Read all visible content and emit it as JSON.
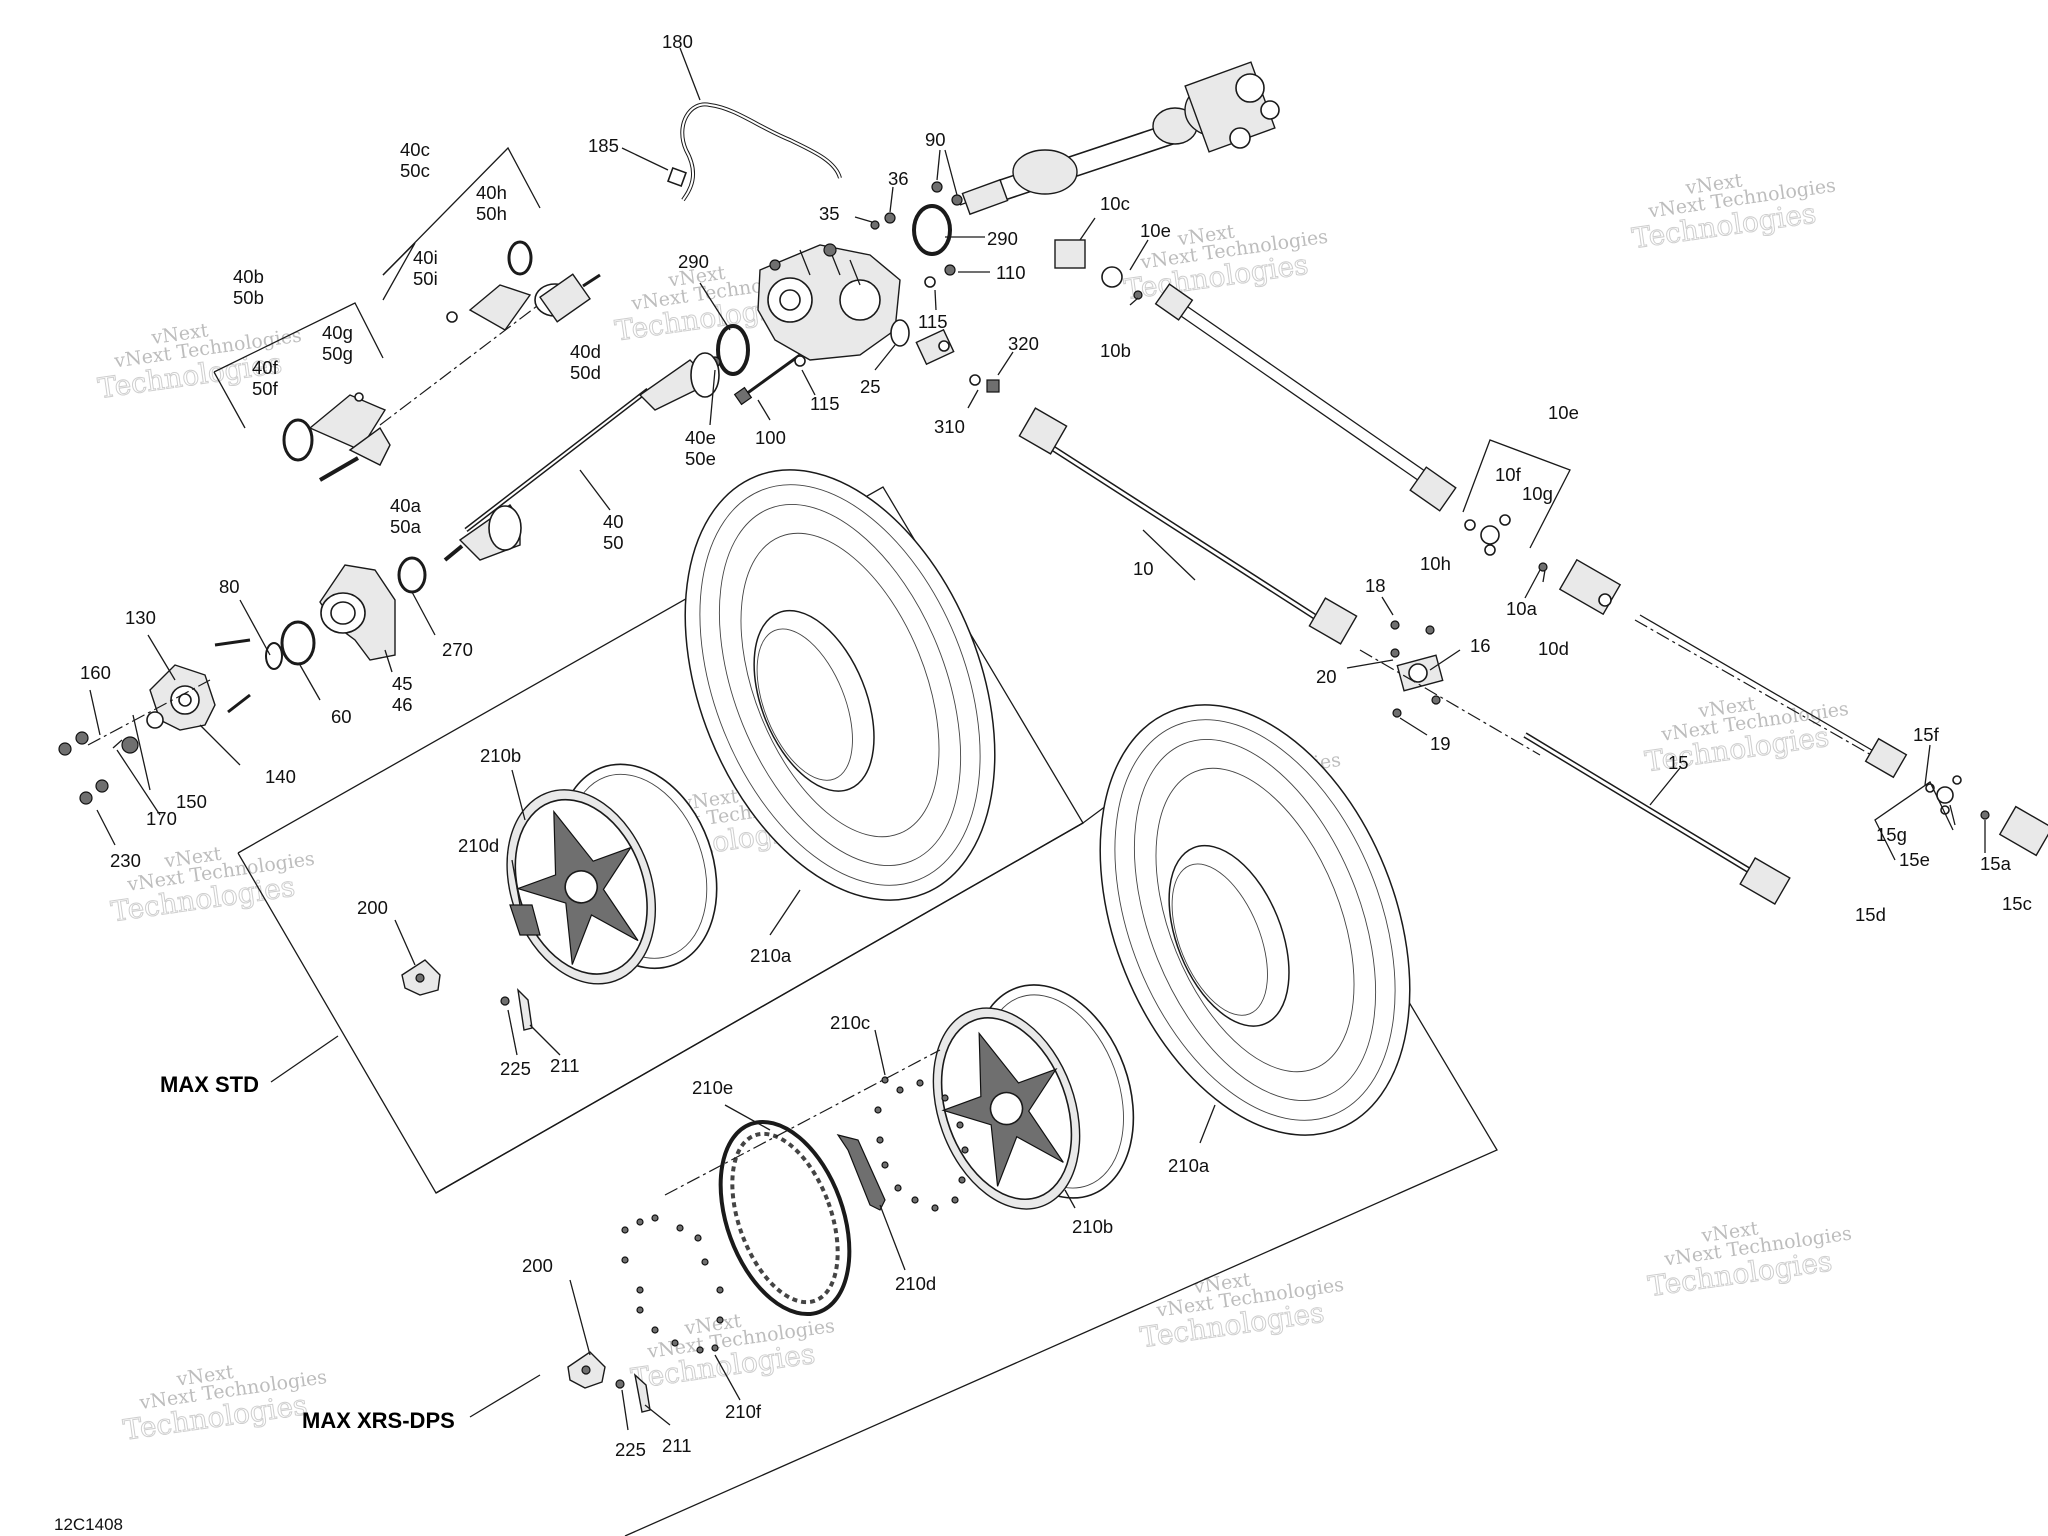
{
  "diagram": {
    "sections": {
      "max_std": "MAX STD",
      "max_xrs_dps": "MAX XRS-DPS"
    },
    "figure_code": "12C1408",
    "watermark": {
      "line1": "vNext Technologies",
      "line2": "Technologies",
      "line3": "vNext"
    },
    "callouts": {
      "c180": "180",
      "c185": "185",
      "c90": "90",
      "c36": "36",
      "c35": "35",
      "c290a": "290",
      "c290b": "290",
      "c110": "110",
      "c115a": "115",
      "c115b": "115",
      "c25": "25",
      "c310": "310",
      "c320": "320",
      "c100": "100",
      "c40c": "40c",
      "c50c": "50c",
      "c40h": "40h",
      "c50h": "50h",
      "c40i": "40i",
      "c50i": "50i",
      "c40b": "40b",
      "c50b": "50b",
      "c40g": "40g",
      "c50g": "50g",
      "c40f": "40f",
      "c50f": "50f",
      "c40d": "40d",
      "c50d": "50d",
      "c40e": "40e",
      "c50e": "50e",
      "c40a": "40a",
      "c50a": "50a",
      "c40": "40",
      "c50": "50",
      "c80": "80",
      "c130": "130",
      "c160": "160",
      "c60": "60",
      "c45": "45",
      "c46": "46",
      "c270": "270",
      "c140": "140",
      "c150": "150",
      "c170": "170",
      "c230": "230",
      "c10c": "10c",
      "c10e_top": "10e",
      "c10b": "10b",
      "c10e": "10e",
      "c10f": "10f",
      "c10g": "10g",
      "c10h": "10h",
      "c10a": "10a",
      "c10d": "10d",
      "c10": "10",
      "c18": "18",
      "c16": "16",
      "c20": "20",
      "c19": "19",
      "c15": "15",
      "c15f": "15f",
      "c15g": "15g",
      "c15e": "15e",
      "c15a": "15a",
      "c15d": "15d",
      "c15c": "15c",
      "c210b_std": "210b",
      "c210d_std": "210d",
      "c210a_std": "210a",
      "c200_std": "200",
      "c225_std": "225",
      "c211_std": "211",
      "c210c": "210c",
      "c210e": "210e",
      "c210a_xrs": "210a",
      "c210b_xrs": "210b",
      "c210d_xrs": "210d",
      "c200_xrs": "200",
      "c225_xrs": "225",
      "c211_xrs": "211",
      "c210f": "210f"
    }
  }
}
